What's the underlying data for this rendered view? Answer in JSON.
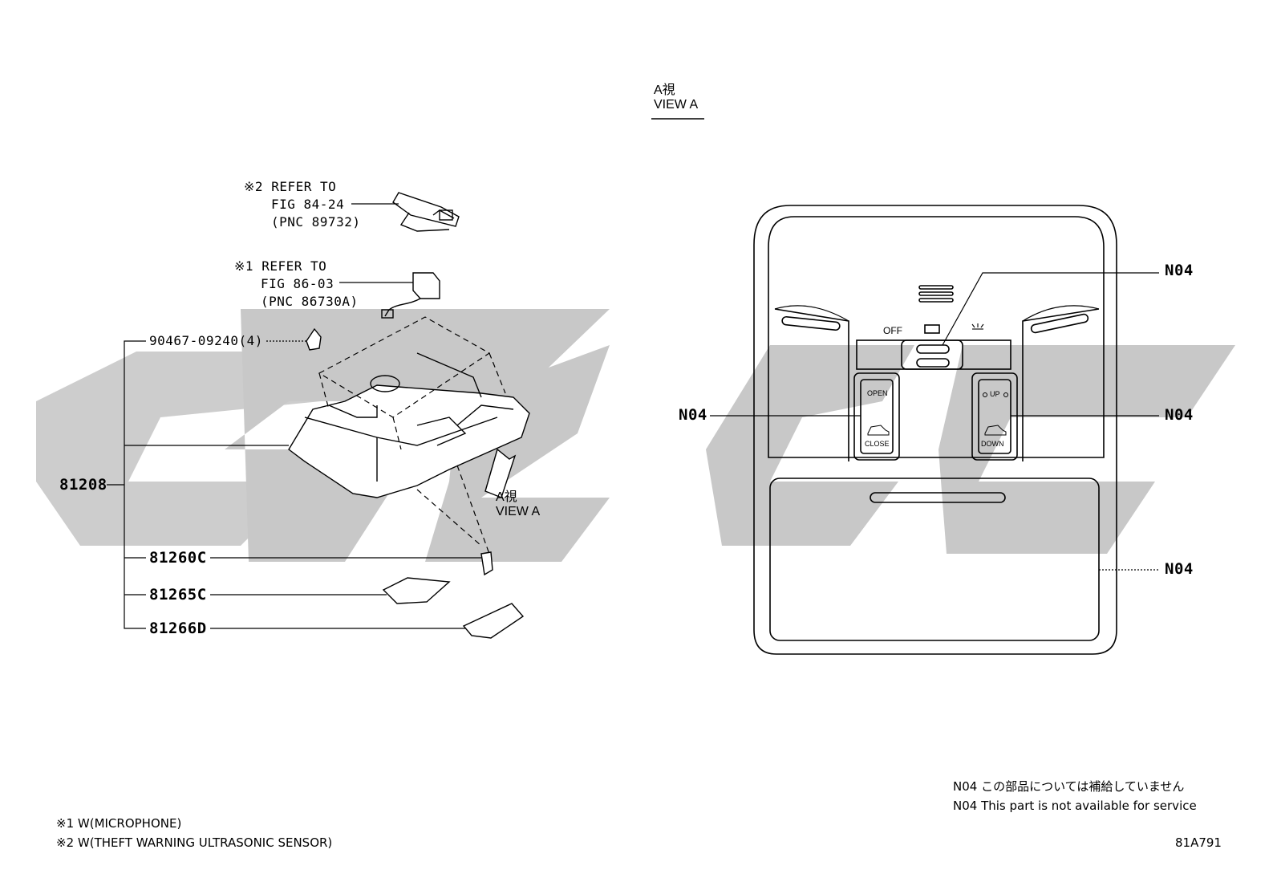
{
  "view_header": {
    "jp": "A視",
    "en": "VIEW A"
  },
  "view_inline": {
    "jp": "A視",
    "en": "VIEW A"
  },
  "refs": [
    {
      "mark": "※2",
      "lines": [
        "REFER TO",
        "FIG 84-24",
        "(PNC 89732)"
      ]
    },
    {
      "mark": "※1",
      "lines": [
        "REFER TO",
        "FIG 86-03",
        "(PNC 86730A)"
      ]
    }
  ],
  "parts": {
    "clip": "90467-09240(4)",
    "assembly": "81208",
    "bulb": "81260C",
    "lens_a": "81265C",
    "lens_b": "81266D"
  },
  "callouts": {
    "n04_top": "N04",
    "n04_left": "N04",
    "n04_right": "N04",
    "n04_bottom": "N04"
  },
  "switch_labels": {
    "off": "OFF",
    "open": "OPEN",
    "close": "CLOSE",
    "up": "UP",
    "down": "DOWN"
  },
  "notes": {
    "jp": "N04 この部品については補給していません",
    "en": "N04 This part is not available for service"
  },
  "footnotes": [
    "※1 W(MICROPHONE)",
    "※2 W(THEFT WARNING ULTRASONIC SENSOR)"
  ],
  "figure_code": "81A791",
  "colors": {
    "watermark": "#c8c8c8",
    "line": "#000000"
  }
}
